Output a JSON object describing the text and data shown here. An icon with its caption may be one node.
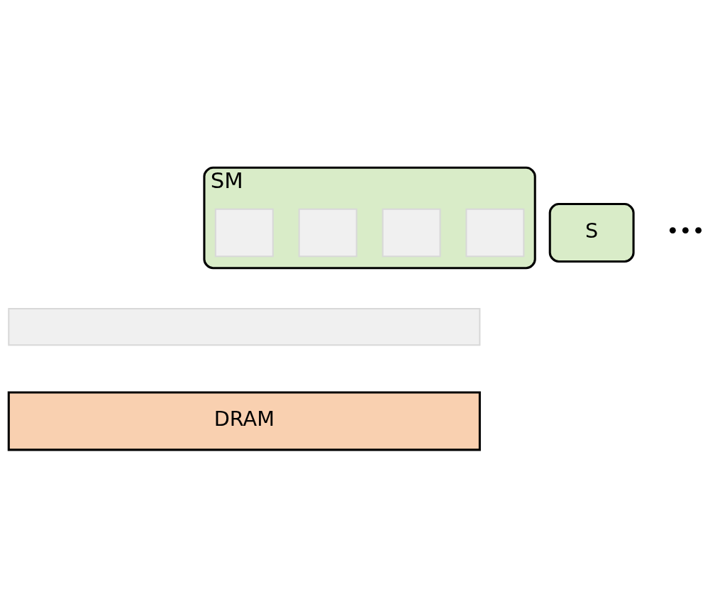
{
  "diagram": {
    "nodes": [
      {
        "text": [
          "SM"
        ]
      },
      {
        "text": [],
        "shape": "box",
        "in": 0
      },
      {
        "text": [],
        "shape": "box",
        "in": 0
      },
      {
        "text": [],
        "shape": "box",
        "in": 0
      },
      {
        "text": [],
        "shape": "box",
        "in": 0
      },
      {
        "text": [
          "S"
        ]
      },
      {
        "text": [],
        "shape": "bar"
      },
      {
        "text": [
          "DRAM"
        ]
      }
    ],
    "edges": [],
    "labels": [
      "•••"
    ]
  }
}
